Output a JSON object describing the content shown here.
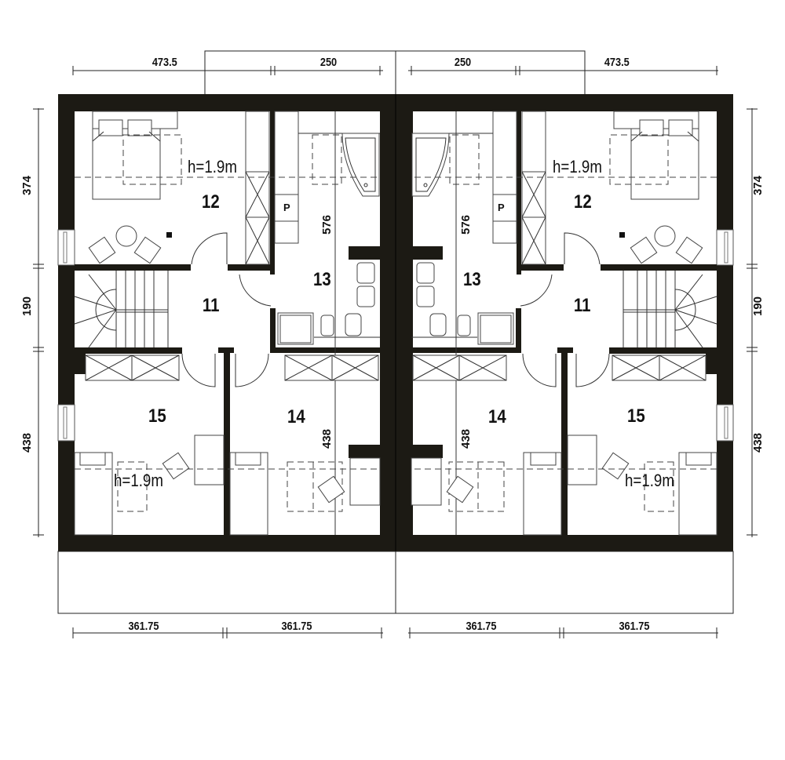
{
  "plan": {
    "type": "attic floor plan, semi-detached (two mirrored units)",
    "colors": {
      "wall": "#1c1a14",
      "line": "#333333",
      "background": "#ffffff"
    },
    "units": [
      {
        "side": "left",
        "rooms": [
          {
            "id": "11",
            "label": "11"
          },
          {
            "id": "12",
            "label": "12"
          },
          {
            "id": "13",
            "label": "13"
          },
          {
            "id": "14",
            "label": "14"
          },
          {
            "id": "15",
            "label": "15"
          }
        ],
        "ceiling_height_notes": [
          "h=1.9m",
          "h=1.9m"
        ],
        "pantry_label": "P",
        "inner_dims": [
          "576",
          "438"
        ]
      },
      {
        "side": "right",
        "rooms": [
          {
            "id": "11",
            "label": "11"
          },
          {
            "id": "12",
            "label": "12"
          },
          {
            "id": "13",
            "label": "13"
          },
          {
            "id": "14",
            "label": "14"
          },
          {
            "id": "15",
            "label": "15"
          }
        ],
        "ceiling_height_notes": [
          "h=1.9m",
          "h=1.9m"
        ],
        "pantry_label": "P",
        "inner_dims": [
          "576",
          "438"
        ]
      }
    ],
    "dimensions": {
      "top": [
        "473.5",
        "250",
        "250",
        "473.5"
      ],
      "bottom": [
        "361.75",
        "361.75",
        "361.75",
        "361.75"
      ],
      "left": [
        "374",
        "190",
        "438"
      ],
      "right": [
        "374",
        "190",
        "438"
      ]
    }
  }
}
